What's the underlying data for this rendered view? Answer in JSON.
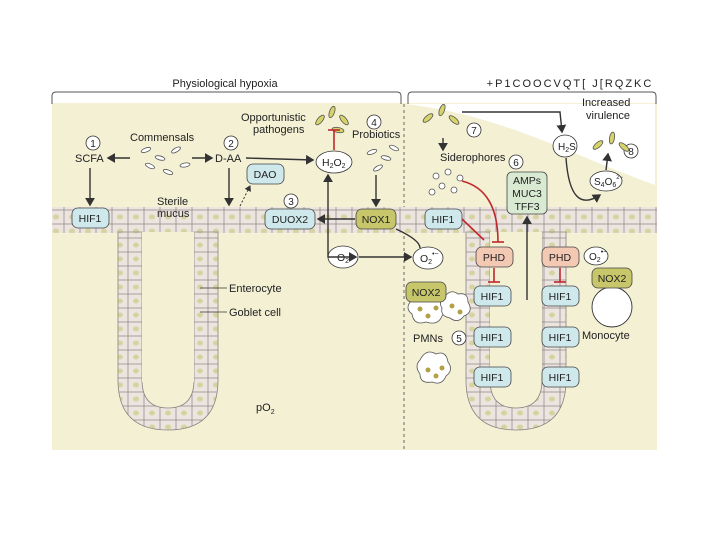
{
  "header": {
    "left_title": "Physiological hypoxia",
    "right_title": "+P1COOCVQT[ J[RQZKC"
  },
  "steps": {
    "s1": "1",
    "s2": "2",
    "s3": "3",
    "s4": "4",
    "s5": "5",
    "s6": "6",
    "s7": "7",
    "s8": "8"
  },
  "labels": {
    "commensals": "Commensals",
    "scfa": "SCFA",
    "daa": "D-AA",
    "opportunistic_1": "Opportunistic",
    "opportunistic_2": "pathogens",
    "probiotics": "Probiotics",
    "sterile_1": "Sterile",
    "sterile_2": "mucus",
    "enterocyte": "Enterocyte",
    "goblet": "Goblet cell",
    "po2": "pO",
    "po2_sub": "2",
    "pmns": "PMNs",
    "monocyte": "Monocyte",
    "siderophores": "Siderophores",
    "increased_1": "Increased",
    "increased_2": "virulence",
    "h2o2_h": "H",
    "h2o2_sub1": "2",
    "h2o2_o": "O",
    "h2o2_sub2": "2",
    "o2": "O",
    "o2_sub": "2",
    "superoxide": "O",
    "superoxide_sub": "2",
    "superoxide_sup": "•−",
    "h2s": "H",
    "h2s_sub": "2",
    "h2s_s": "S",
    "s4o6_s": "S",
    "s4o6_sub1": "4",
    "s4o6_o": "O",
    "s4o6_sub2": "6",
    "s4o6_sup": "2−"
  },
  "boxes": {
    "hif1_left": "HIF1",
    "dao": "DAO",
    "duox2": "DUOX2",
    "nox1": "NOX1",
    "hif1_right_top": "HIF1",
    "phd_left": "PHD",
    "phd_right": "PHD",
    "amps_1": "AMPs",
    "amps_2": "MUC3",
    "amps_3": "TFF3",
    "nox2_pmn": "NOX2",
    "nox2_mono": "NOX2",
    "hif1_col_a": [
      "HIF1",
      "HIF1",
      "HIF1"
    ],
    "hif1_col_b": [
      "HIF1",
      "HIF1",
      "HIF1"
    ]
  },
  "colors": {
    "lumen": "#f3f0d4",
    "hif_fill": "#cfe8ec",
    "nox_fill": "#c8c66a",
    "phd_fill": "#f3c9b4",
    "amps_fill": "#d9ead3",
    "cell_fill": "#ece4df",
    "inhibit": "#c0272d"
  }
}
